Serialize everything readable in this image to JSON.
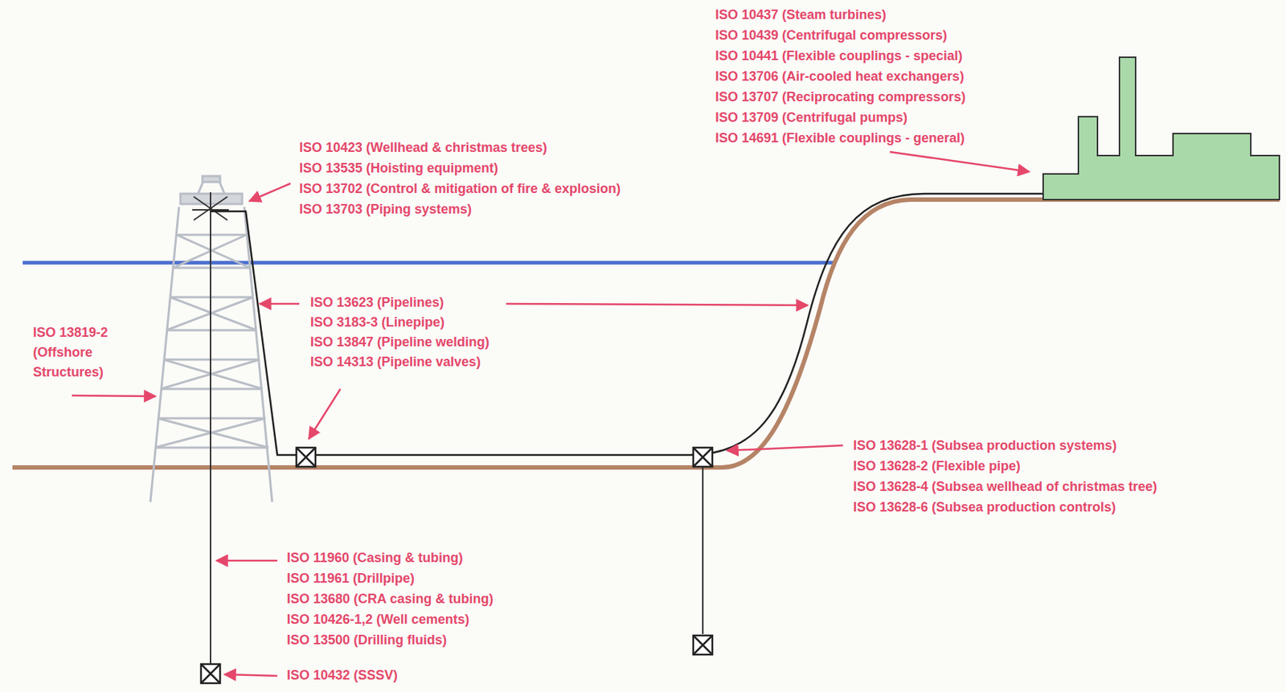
{
  "diagram": {
    "labels": [
      "ISO 10437 (Steam turbines)",
      "ISO 10439 (Centrifugal compressors)",
      "ISO 10441 (Flexible couplings - special)",
      "ISO 13706 (Air-cooled heat exchangers)",
      "ISO 13707 (Reciprocating compressors)",
      "ISO 13709 (Centrifugal pumps)",
      "ISO 14691 (Flexible couplings - general)",
      "ISO 10423 (Wellhead & christmas trees)",
      "ISO 13535 (Hoisting equipment)",
      "ISO 13702 (Control & mitigation of fire & explosion)",
      "ISO 13703 (Piping systems)",
      "ISO 13623 (Pipelines)",
      "ISO 3183-3 (Linepipe)",
      "ISO 13847 (Pipeline welding)",
      "ISO 14313 (Pipeline valves)",
      "ISO 13819-2 (Offshore Structures)",
      "ISO 13628-1 (Subsea production systems)",
      "ISO 13628-2 (Flexible pipe)",
      "ISO 13628-4 (Subsea wellhead of christmas tree)",
      "ISO 13628-6 (Subsea production controls)",
      "ISO 11960 (Casing & tubing)",
      "ISO 11961 (Drillpipe)",
      "ISO 13680 (CRA casing & tubing)",
      "ISO 10426-1,2 (Well cements)",
      "ISO 13500 (Drilling fluids)",
      "ISO 10432 (SSSV)"
    ]
  }
}
